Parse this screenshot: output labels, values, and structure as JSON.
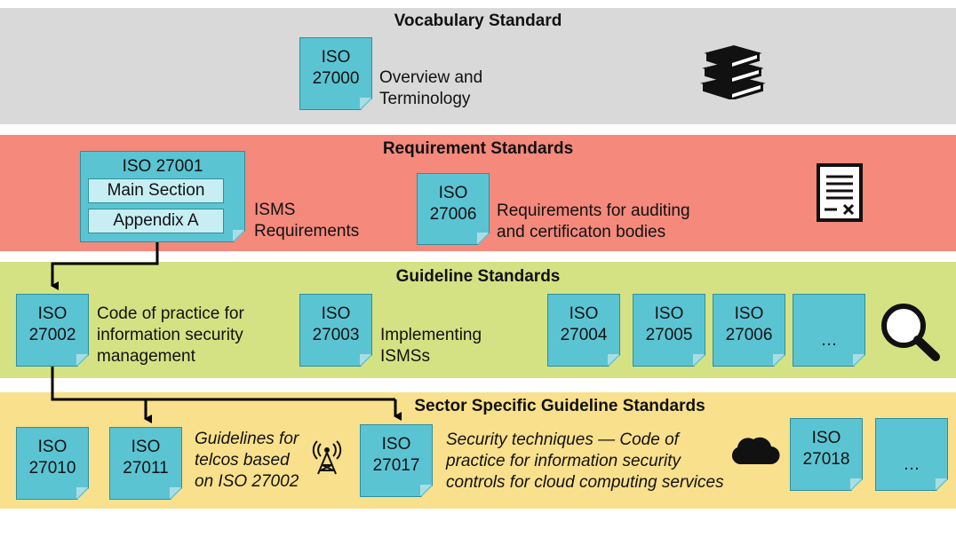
{
  "colors": {
    "vocabulary_band": "#d9d9d9",
    "requirement_band": "#f4897c",
    "guideline_band": "#d4e283",
    "sector_band": "#f9e08c",
    "note_fill": "#5bc4d3",
    "connector": "#000000"
  },
  "vocabulary": {
    "title": "Vocabulary Standard",
    "doc": {
      "line1": "ISO",
      "line2": "27000"
    },
    "desc": [
      "Overview and",
      "Terminology"
    ],
    "icon": "books-icon"
  },
  "requirement": {
    "title": "Requirement Standards",
    "iso27001": {
      "title": "ISO 27001",
      "main_section": "Main Section",
      "appendix": "Appendix A"
    },
    "isms_desc": [
      "ISMS",
      "Requirements"
    ],
    "iso27006": {
      "line1": "ISO",
      "line2": "27006"
    },
    "auditing_desc": [
      "Requirements for auditing",
      "and certificaton bodies"
    ],
    "icon": "document-checklist-icon"
  },
  "guideline": {
    "title": "Guideline Standards",
    "iso27002": {
      "line1": "ISO",
      "line2": "27002"
    },
    "code_desc": [
      "Code of practice for",
      "information security",
      "management"
    ],
    "iso27003": {
      "line1": "ISO",
      "line2": "27003"
    },
    "implementing_desc": [
      "Implementing",
      "ISMSs"
    ],
    "iso27004": {
      "line1": "ISO",
      "line2": "27004"
    },
    "iso27005": {
      "line1": "ISO",
      "line2": "27005"
    },
    "iso27006": {
      "line1": "ISO",
      "line2": "27006"
    },
    "more": "…",
    "icon": "magnifier-icon"
  },
  "sector": {
    "title": "Sector Specific Guideline Standards",
    "iso27010": {
      "line1": "ISO",
      "line2": "27010"
    },
    "iso27011": {
      "line1": "ISO",
      "line2": "27011"
    },
    "telco_desc": [
      "Guidelines for",
      "telcos based",
      "on ISO 27002"
    ],
    "iso27017": {
      "line1": "ISO",
      "line2": "27017"
    },
    "cloud_desc": [
      "Security techniques — Code of",
      "practice for information security",
      "controls for cloud computing services"
    ],
    "iso27018": {
      "line1": "ISO",
      "line2": "27018"
    },
    "more": "…",
    "telco_icon": "antenna-tower-icon",
    "cloud_icon": "cloud-icon"
  }
}
